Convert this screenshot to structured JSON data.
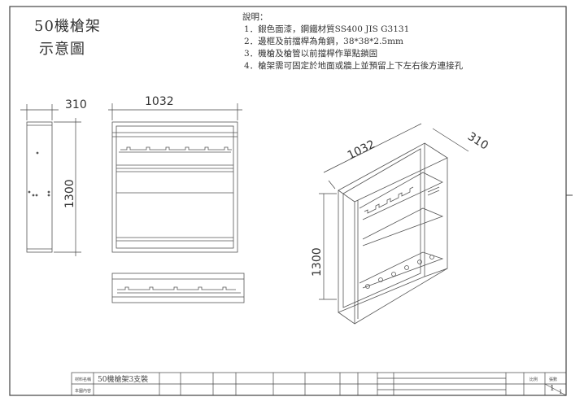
{
  "title": {
    "line1": "50機槍架",
    "line2": "示意圖"
  },
  "notes": {
    "heading": "說明：",
    "items": [
      "1．銀色面漆，鋼鐵材質SS400 JIS G3131",
      "2．邊框及前擋桿為角鋼，38*38*2.5mm",
      "3．機槍及槍管以前擋桿作單點鎖固",
      "4．槍架需可固定於地面或牆上並預留上下左右後方連接孔"
    ]
  },
  "dimensions": {
    "side_width": "310",
    "front_width": "1032",
    "height": "1300",
    "iso_width": "1032",
    "iso_depth": "310",
    "iso_height": "1300"
  },
  "title_block": {
    "label_part": "材料名稱",
    "part_name": "50機槍架3支裝",
    "label_dept": "本圖內容",
    "label_scale": "比例",
    "label_sheet": "張數",
    "sheet_num": "1",
    "sheet_total": "1"
  }
}
